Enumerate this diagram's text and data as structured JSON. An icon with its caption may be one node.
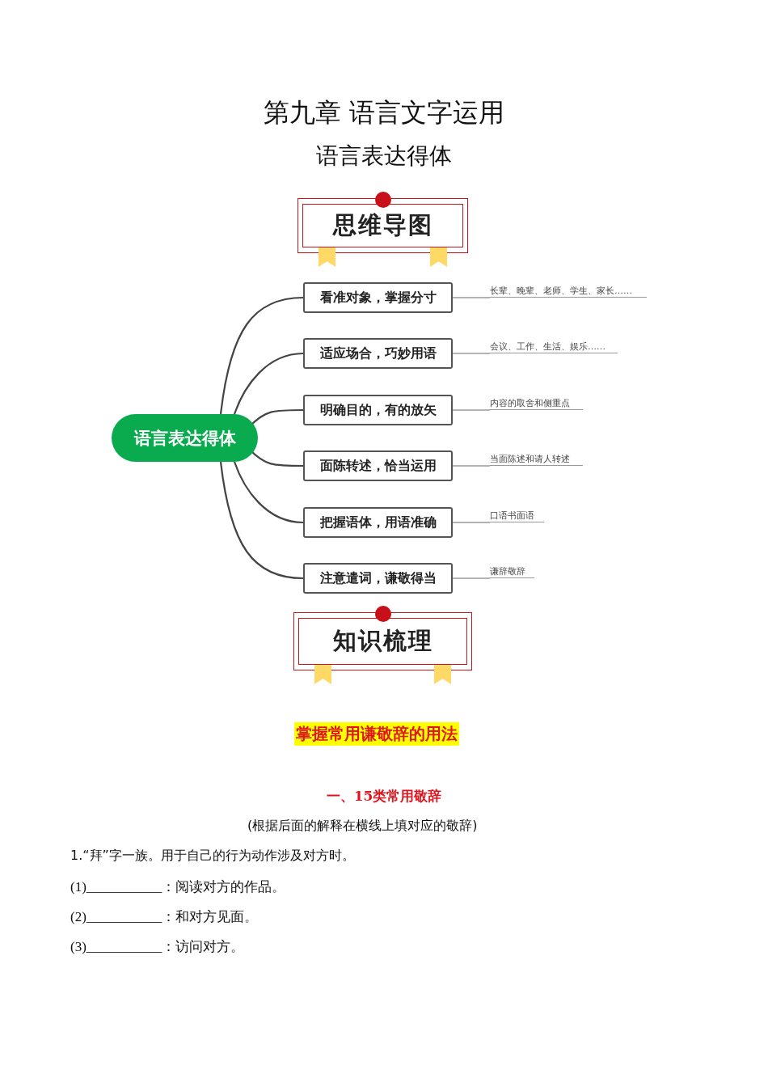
{
  "diagram": {
    "title": "第九章 语言文字运用",
    "nodes": [
      {
        "text": [
          "思维导图"
        ]
      },
      {
        "text": [
          "语言表达得体"
        ]
      },
      {
        "text": [
          "看准对象，掌握分寸"
        ]
      },
      {
        "text": [
          "适应场合，巧妙用语"
        ]
      },
      {
        "text": [
          "明确目的，有的放矢"
        ]
      },
      {
        "text": [
          "面陈转述，恰当运用"
        ]
      },
      {
        "text": [
          "把握语体，用语准确"
        ]
      },
      {
        "text": [
          "注意遣词，谦敬得当"
        ]
      },
      {
        "text": [
          "长辈、晚辈、老师、学生、家长……"
        ]
      },
      {
        "text": [
          "会议、工作、生活、娱乐……"
        ]
      },
      {
        "text": [
          "内容的取舍和侧重点"
        ]
      },
      {
        "text": [
          "当面陈述和请人转述"
        ]
      },
      {
        "text": [
          "口语书面语"
        ]
      },
      {
        "text": [
          "谦辞敬辞"
        ]
      },
      {
        "text": [
          "知识梳理"
        ]
      }
    ],
    "edges": [
      {
        "from": 1,
        "to": 2,
        "arrow": "none"
      },
      {
        "from": 1,
        "to": 3,
        "arrow": "none"
      },
      {
        "from": 1,
        "to": 4,
        "arrow": "none"
      },
      {
        "from": 1,
        "to": 5,
        "arrow": "none"
      },
      {
        "from": 1,
        "to": 6,
        "arrow": "none"
      },
      {
        "from": 1,
        "to": 7,
        "arrow": "none"
      },
      {
        "from": 2,
        "to": 8,
        "arrow": "none"
      },
      {
        "from": 3,
        "to": 9,
        "arrow": "none"
      },
      {
        "from": 4,
        "to": 10,
        "arrow": "none"
      },
      {
        "from": 5,
        "to": 11,
        "arrow": "none"
      },
      {
        "from": 6,
        "to": 12,
        "arrow": "none"
      },
      {
        "from": 7,
        "to": 13,
        "arrow": "none"
      }
    ],
    "labels": [
      "语言表达得体",
      "掌握常用谦敬辞的用法",
      "一、15类常用敬辞",
      "(根据后面的解释在横线上填对应的敬辞)",
      "1.“拜”字一族。用于自己的行为动作涉及对方时。",
      "(1)___________：阅读对方的作品。",
      "(2)___________：和对方见面。",
      "(3)___________：访问对方。"
    ]
  }
}
